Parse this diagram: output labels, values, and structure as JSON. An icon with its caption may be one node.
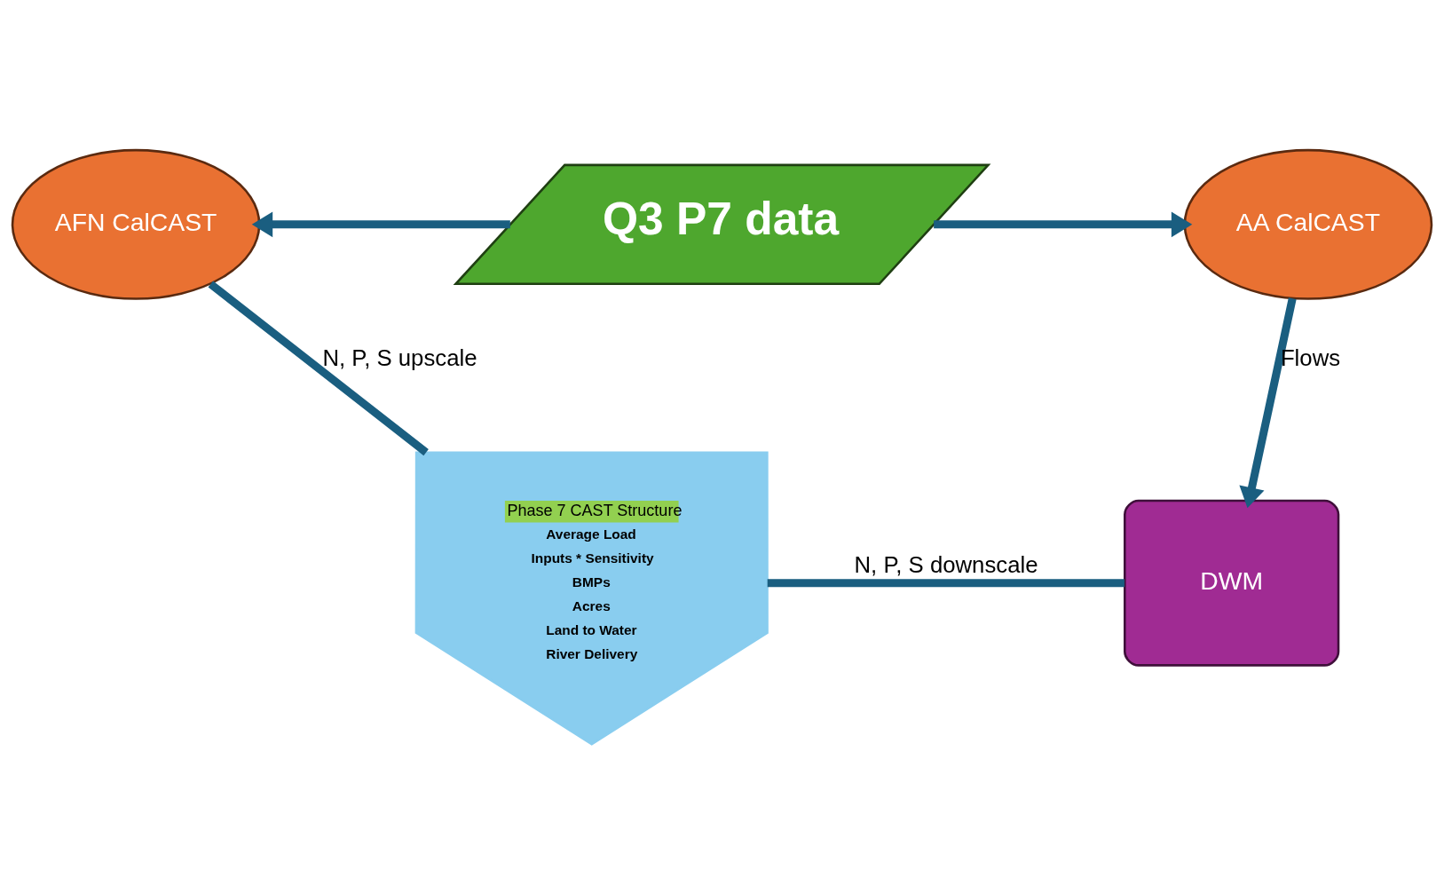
{
  "diagram": {
    "nodes": [
      {
        "text": [
          "AFN CalCAST"
        ]
      },
      {
        "text": [
          "Q3 P7 data"
        ]
      },
      {
        "text": [
          "AA CalCAST"
        ]
      },
      {
        "text": [
          "DWM"
        ]
      },
      {
        "text": [
          "Phase 7 CAST Structure",
          "Average Load",
          "Inputs * Sensitivity",
          "BMPs",
          "Acres",
          "Land to Water",
          "River Delivery"
        ]
      }
    ],
    "edges": [
      {
        "from": 1,
        "to": 0,
        "arrow": "to"
      },
      {
        "from": 1,
        "to": 2,
        "arrow": "to"
      },
      {
        "from": 2,
        "to": 3,
        "arrow": "to",
        "label": "Flows"
      },
      {
        "from": 0,
        "to": 4,
        "arrow": "none",
        "label": "N, P, S upscale"
      },
      {
        "from": 3,
        "to": 4,
        "arrow": "none",
        "label": "N, P, S downscale"
      }
    ]
  }
}
